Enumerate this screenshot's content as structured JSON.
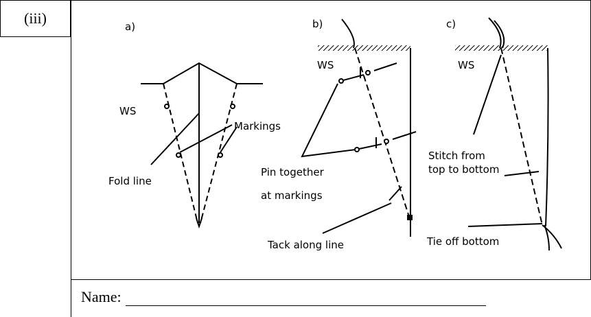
{
  "question_label": "(iii)",
  "panels": {
    "a": {
      "letter": "a)",
      "ws": "WS",
      "markings": "Markings",
      "fold_line": "Fold line"
    },
    "b": {
      "letter": "b)",
      "ws": "WS",
      "pin_1": "Pin together",
      "pin_2": "at markings",
      "tack": "Tack along line"
    },
    "c": {
      "letter": "c)",
      "ws": "WS",
      "stitch_1": "Stitch from",
      "stitch_2": "top to bottom",
      "tie": "Tie off bottom"
    }
  },
  "name_field": {
    "label": "Name:"
  }
}
